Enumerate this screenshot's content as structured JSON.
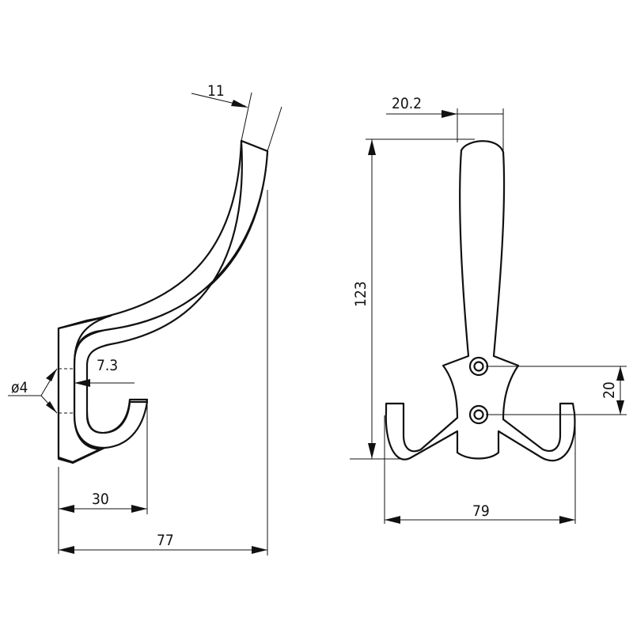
{
  "dimensions": {
    "side_width_total": "77",
    "side_depth_hook": "30",
    "side_thickness": "11",
    "side_tip_offset": "7.3",
    "hole_diameter": "ø4",
    "front_height": "123",
    "front_head_width": "20.2",
    "front_hole_spacing": "20",
    "front_span": "79"
  }
}
